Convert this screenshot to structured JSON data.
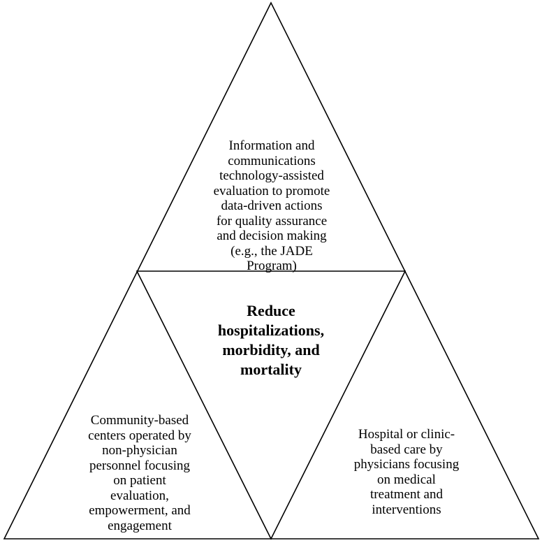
{
  "diagram": {
    "top_text": "Information and\ncommunications\ntechnology-assisted\nevaluation to promote\ndata-driven actions\nfor quality assurance\nand decision making\n(e.g., the JADE\nProgram)",
    "center_text": "Reduce\nhospitalizations,\nmorbidity, and\nmortality",
    "left_text": "Community-based\ncenters operated by\nnon-physician\npersonnel focusing\non patient\nevaluation,\nempowerment, and\nengagement",
    "right_text": "Hospital or clinic-\nbased care by\nphysicians focusing\non medical\ntreatment and\ninterventions"
  }
}
